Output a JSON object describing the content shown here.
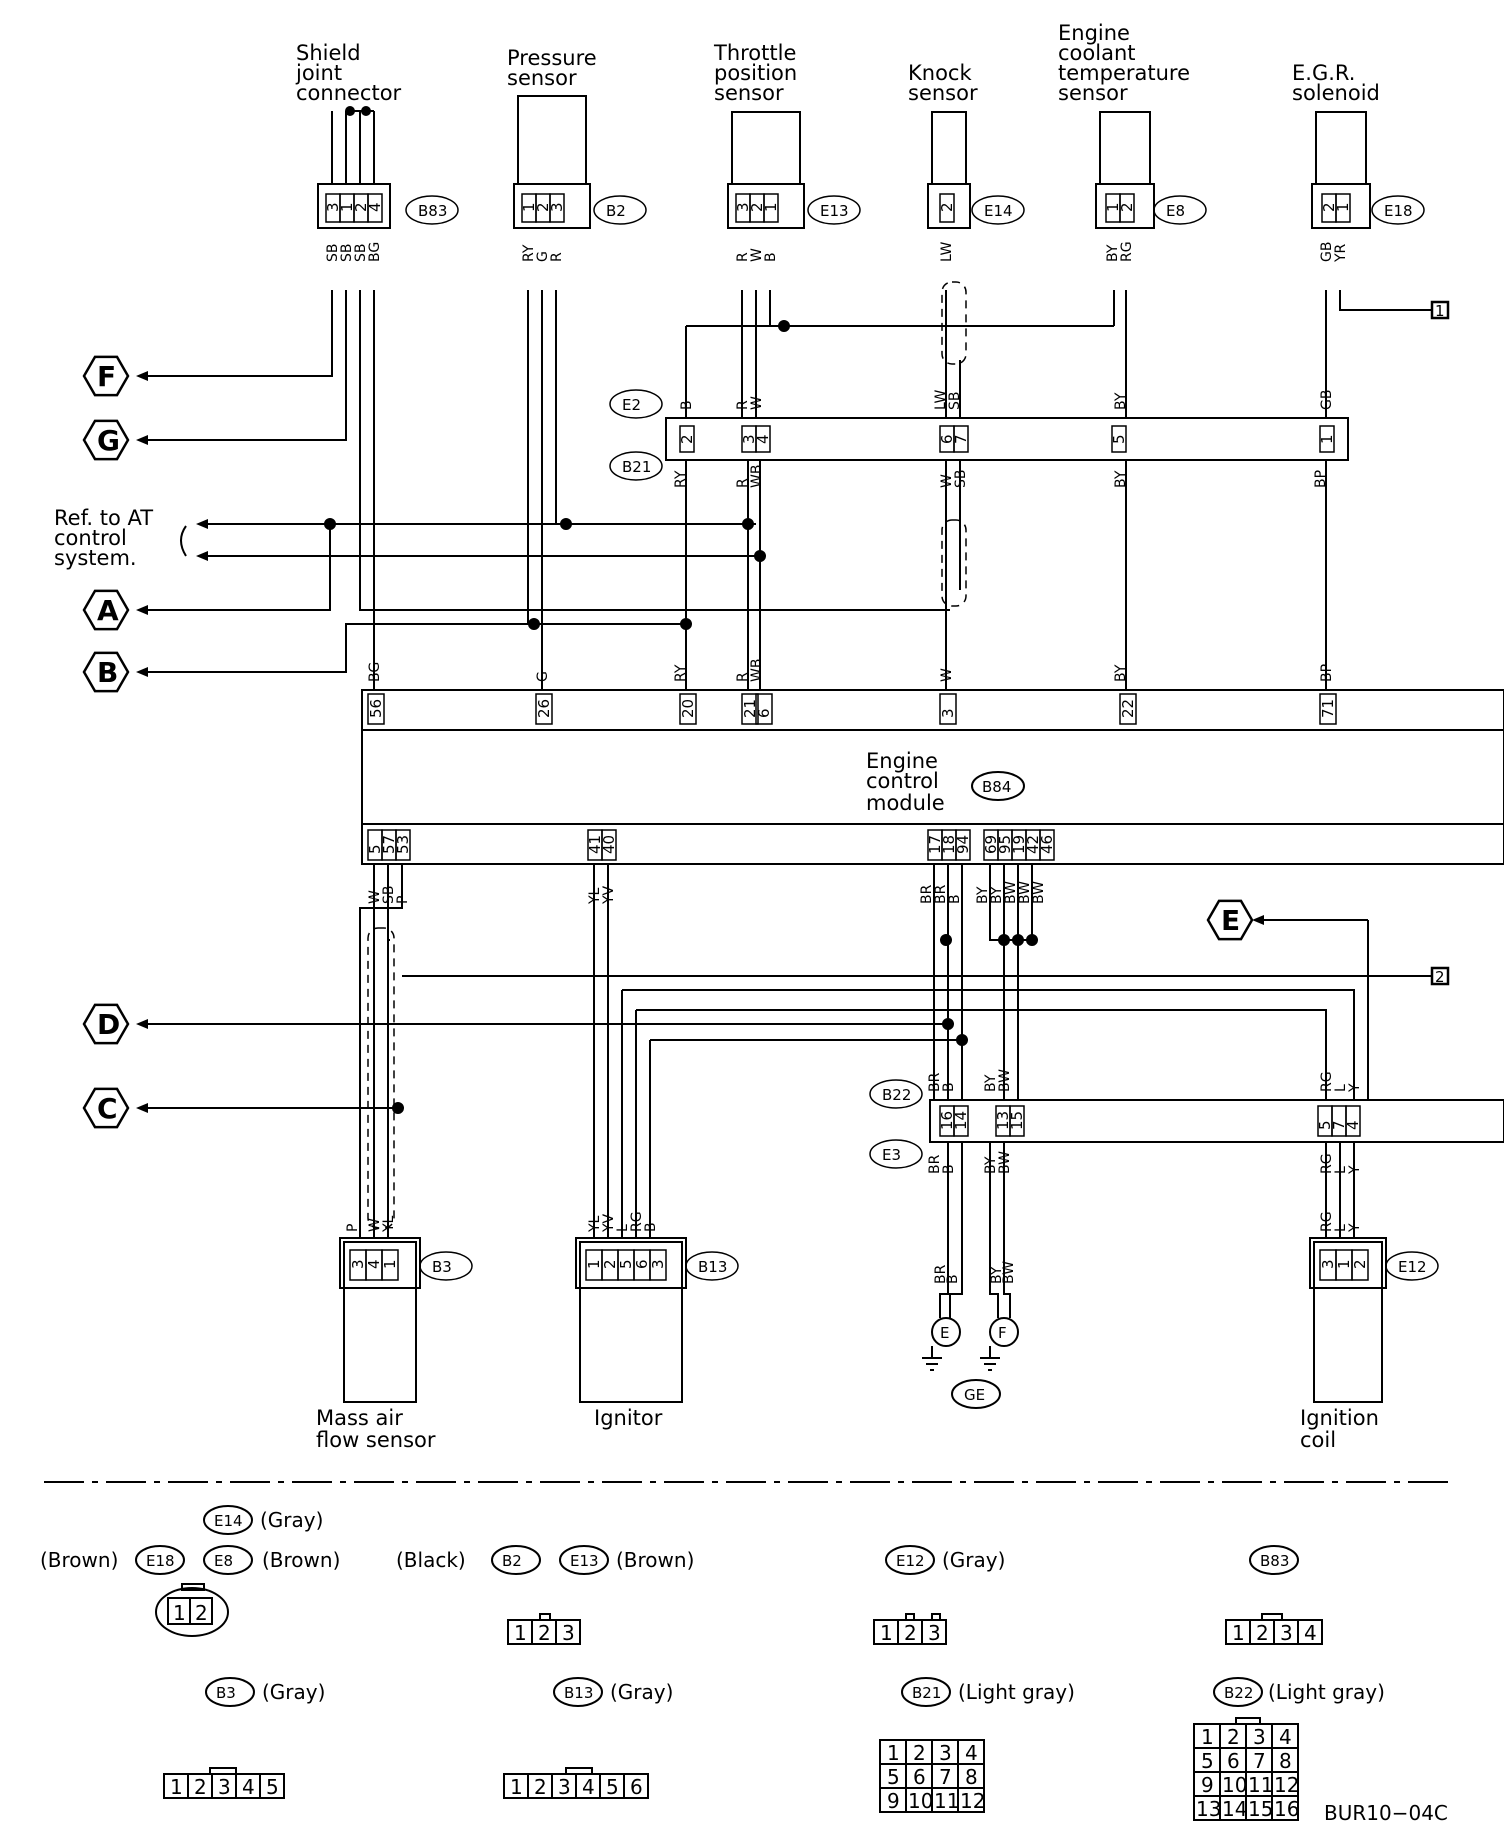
{
  "components": {
    "shield": [
      "Shield",
      "joint",
      "connector"
    ],
    "pressure": [
      "Pressure",
      "sensor"
    ],
    "throttle": [
      "Throttle",
      "position",
      "sensor"
    ],
    "knock": [
      "Knock",
      "sensor"
    ],
    "coolant": [
      "Engine",
      "coolant",
      "temperature",
      "sensor"
    ],
    "egr": [
      "E.G.R.",
      "solenoid"
    ],
    "ecm": [
      "Engine",
      "control",
      "module"
    ],
    "maf": [
      "Mass air",
      "flow sensor"
    ],
    "ignitor": "Ignitor",
    "coil": [
      "Ignition",
      "coil"
    ],
    "ref_at": [
      "Ref. to AT",
      "control",
      "system."
    ]
  },
  "connectors": {
    "B83": {
      "tag": "B83",
      "pins": [
        "3",
        "1",
        "2",
        "4"
      ],
      "wires": [
        "SB",
        "SB",
        "SB",
        "BG"
      ]
    },
    "B2": {
      "tag": "B2",
      "pins": [
        "1",
        "2",
        "3"
      ],
      "wires": [
        "RY",
        "G",
        "R"
      ]
    },
    "E13": {
      "tag": "E13",
      "pins": [
        "3",
        "2",
        "1"
      ],
      "wires": [
        "R",
        "W",
        "B"
      ]
    },
    "E14": {
      "tag": "E14",
      "pins": [
        "2"
      ],
      "wires": [
        "LW"
      ]
    },
    "E8": {
      "tag": "E8",
      "pins": [
        "1",
        "2"
      ],
      "wires": [
        "BY",
        "RG"
      ]
    },
    "E18": {
      "tag": "E18",
      "pins": [
        "2",
        "1"
      ],
      "wires": [
        "GB",
        "YR"
      ]
    },
    "E2": {
      "tag": "E2",
      "wires": [
        "B",
        "R",
        "W",
        "LW",
        "SB",
        "BY",
        "GB"
      ]
    },
    "B21": {
      "tag": "B21",
      "pins": [
        "2",
        "3",
        "4",
        "6",
        "7",
        "5",
        "1"
      ],
      "wires": [
        "RY",
        "R",
        "WB",
        "W",
        "SB",
        "BY",
        "BP"
      ]
    },
    "B84_top": {
      "pins": [
        "56",
        "26",
        "20",
        "21",
        "6",
        "3",
        "22",
        "71"
      ],
      "wires": [
        "BG",
        "G",
        "RY",
        "R",
        "WB",
        "W",
        "BY",
        "BP"
      ]
    },
    "B84_bottom": {
      "pins": [
        "5",
        "57",
        "53",
        "41",
        "40",
        "17",
        "18",
        "94",
        "69",
        "95",
        "19",
        "42",
        "46"
      ],
      "wires": [
        "W",
        "SB",
        "P",
        "YL",
        "YV",
        "BR",
        "BR",
        "B",
        "BY",
        "BY",
        "BW",
        "BW",
        "BW"
      ]
    },
    "B22": {
      "tag": "B22",
      "pins": [
        "16",
        "14",
        "13",
        "15",
        "5",
        "7",
        "4"
      ],
      "wires": [
        "BR",
        "B",
        "BY",
        "BW",
        "RG",
        "L",
        "Y"
      ]
    },
    "E3": {
      "tag": "E3",
      "wires": [
        "BR",
        "B",
        "BY",
        "BW",
        "RG",
        "L",
        "Y"
      ]
    },
    "B3": {
      "tag": "B3",
      "pins": [
        "3",
        "4",
        "1"
      ],
      "wires": [
        "P",
        "W",
        "YL"
      ]
    },
    "B13": {
      "tag": "B13",
      "pins": [
        "1",
        "2",
        "5",
        "6",
        "3"
      ],
      "wires": [
        "YL",
        "YV",
        "L",
        "RG",
        "B"
      ]
    },
    "E12": {
      "tag": "E12",
      "pins": [
        "3",
        "1",
        "2"
      ],
      "wires": [
        "RG",
        "L",
        "Y"
      ]
    },
    "ground": {
      "tag": "GE",
      "wires": [
        "BR",
        "B",
        "BY",
        "BW"
      ],
      "points": [
        "E",
        "F"
      ]
    },
    "ecm_tag": "B84"
  },
  "jumps": {
    "F": "F",
    "G": "G",
    "A": "A",
    "B": "B",
    "D": "D",
    "C": "C",
    "E": "E",
    "box1": "1",
    "box2": "2"
  },
  "legend": {
    "e14": {
      "tag": "E14",
      "color": "(Gray)"
    },
    "e18": {
      "tag": "E18",
      "color": "(Brown)"
    },
    "e8": {
      "tag": "E8",
      "color": "(Brown)"
    },
    "b2": {
      "tag": "B2",
      "color": "(Black)"
    },
    "e13": {
      "tag": "E13",
      "color": "(Brown)"
    },
    "e12": {
      "tag": "E12",
      "color": "(Gray)"
    },
    "b83": {
      "tag": "B83"
    },
    "b3": {
      "tag": "B3",
      "color": "(Gray)"
    },
    "b13": {
      "tag": "B13",
      "color": "(Gray)"
    },
    "b21": {
      "tag": "B21",
      "color": "(Light gray)"
    },
    "b22": {
      "tag": "B22",
      "color": "(Light gray)"
    },
    "faces": {
      "c2": [
        "1",
        "2"
      ],
      "c3": [
        "1",
        "2",
        "3"
      ],
      "c4": [
        "1",
        "2",
        "3",
        "4"
      ],
      "c5": [
        "1",
        "2",
        "3",
        "4",
        "5"
      ],
      "c6": [
        "1",
        "2",
        "3",
        "4",
        "5",
        "6"
      ],
      "c8": [
        "1",
        "2",
        "3",
        "4",
        "5",
        "6",
        "7",
        "8",
        "9",
        "10",
        "11",
        "12"
      ],
      "c16": [
        "1",
        "2",
        "3",
        "4",
        "5",
        "6",
        "7",
        "8",
        "9",
        "10",
        "11",
        "12",
        "13",
        "14",
        "15",
        "16"
      ]
    }
  },
  "figure_id": "BUR10−04C"
}
